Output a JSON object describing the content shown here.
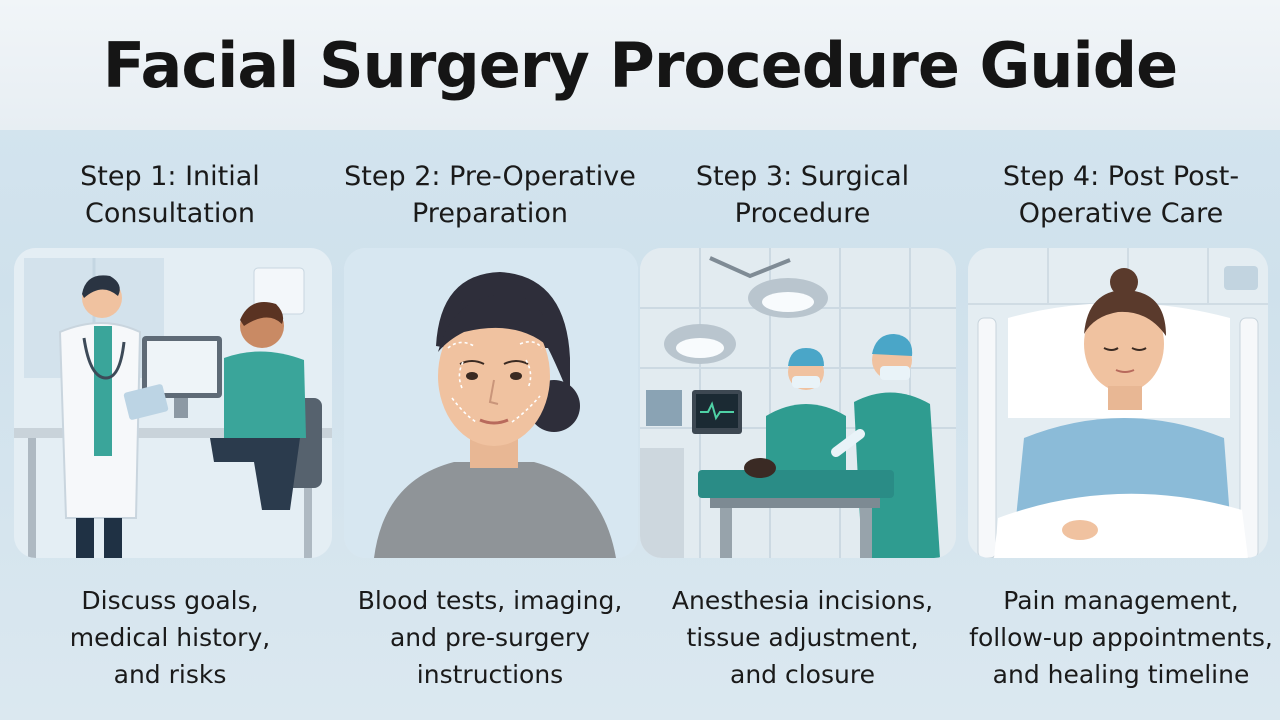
{
  "title": "Facial Surgery Procedure Guide",
  "steps": [
    {
      "title_lines": [
        "Step 1: Initial",
        "Consultation"
      ],
      "desc_lines": [
        "Discuss goals,",
        "medical history,",
        "and risks"
      ]
    },
    {
      "title_lines": [
        "Step 2: Pre-Operative",
        "Preparation"
      ],
      "desc_lines": [
        "Blood tests, imaging,",
        "and pre-surgery",
        "instructions"
      ]
    },
    {
      "title_lines": [
        "Step 3: Surgical",
        "Procedure"
      ],
      "desc_lines": [
        "Anesthesia incisions,",
        "tissue adjustment,",
        "and closure"
      ]
    },
    {
      "title_lines": [
        "Step 4: Post Post-",
        "Operative Care"
      ],
      "desc_lines": [
        "Pain management,",
        "follow-up appointments,",
        "and healing timeline"
      ]
    }
  ],
  "colors": {
    "teal": "#2a9d8f",
    "teal_dark": "#1f7a70",
    "scrubs": "#3aa59a",
    "skin": "#f0c2a0",
    "hair_dark": "#2e2e3a",
    "panel_bg": "#dfeaf1"
  }
}
